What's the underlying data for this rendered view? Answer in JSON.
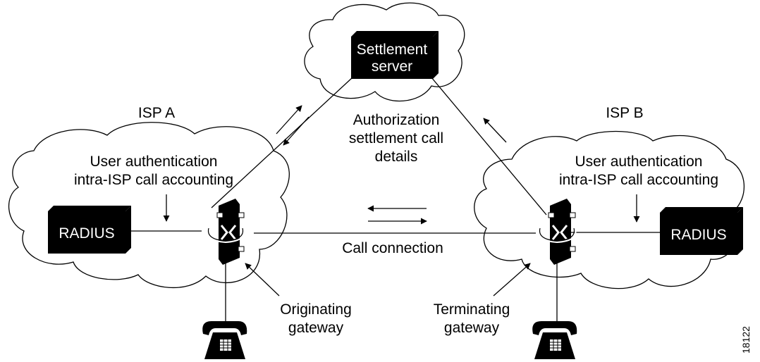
{
  "settlement_server": {
    "line1": "Settlement",
    "line2": "server"
  },
  "authorization_label": {
    "line1": "Authorization",
    "line2": "settlement call",
    "line3": "details"
  },
  "isp_a": {
    "title": "ISP A",
    "note_line1": "User authentication",
    "note_line2": "intra-ISP call accounting",
    "radius_label": "RADIUS",
    "gateway_line1": "Originating",
    "gateway_line2": "gateway"
  },
  "isp_b": {
    "title": "ISP B",
    "note_line1": "User authentication",
    "note_line2": "intra-ISP call accounting",
    "radius_label": "RADIUS",
    "gateway_line1": "Terminating",
    "gateway_line2": "gateway"
  },
  "call_connection_label": "Call connection",
  "figure_number": "18122"
}
